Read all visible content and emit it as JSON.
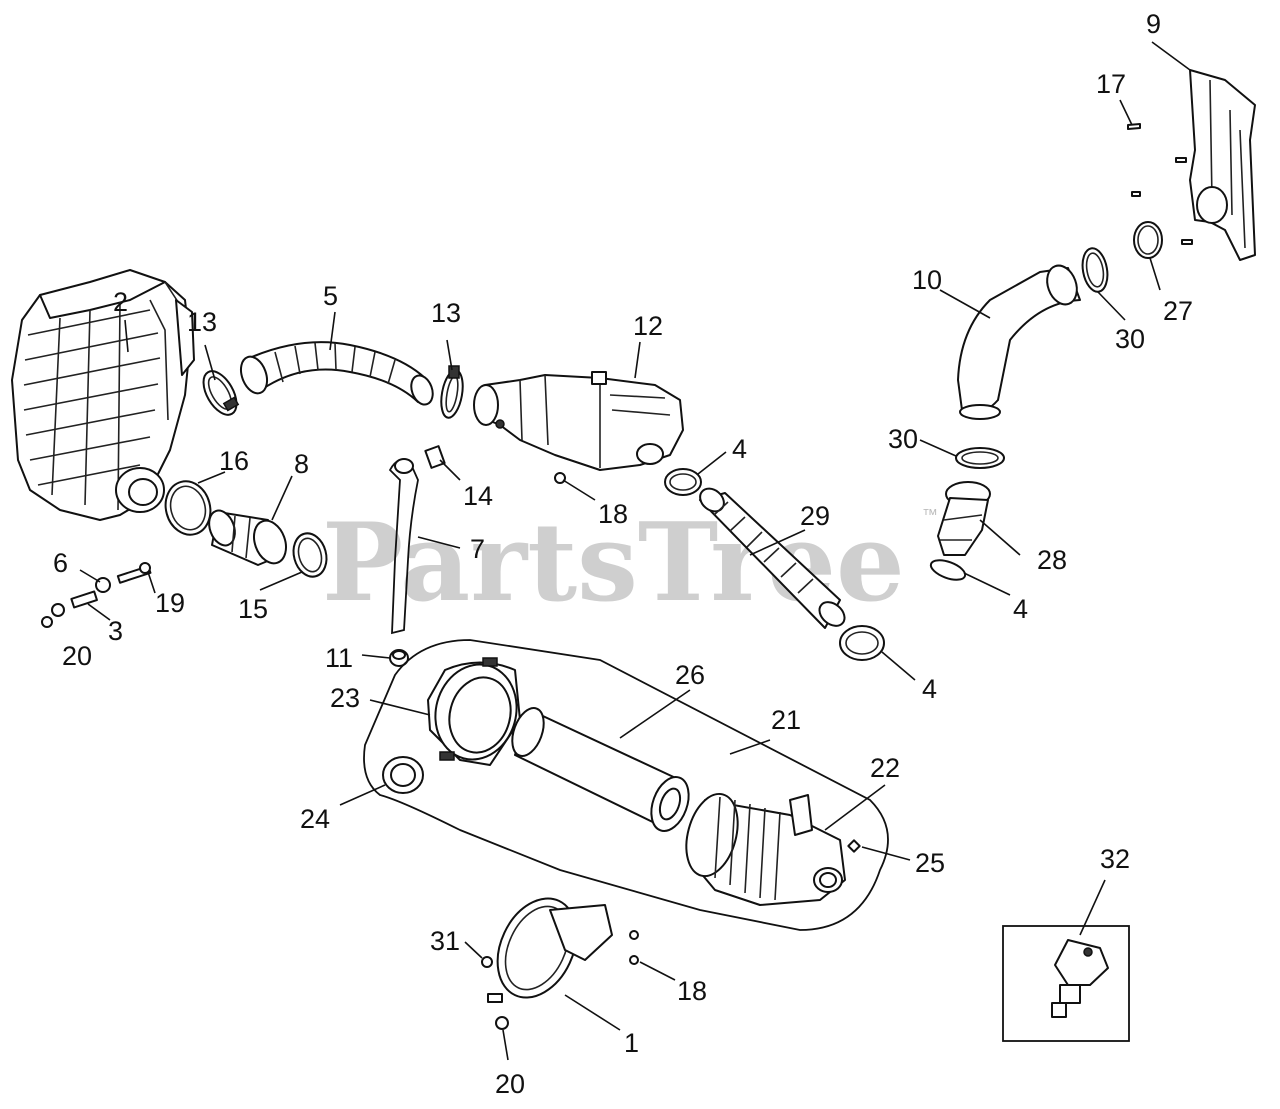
{
  "watermark": {
    "text": "PartsTree",
    "tm": "™"
  },
  "callouts": {
    "c1": "1",
    "c2": "2",
    "c3": "3",
    "c4a": "4",
    "c4b": "4",
    "c4c": "4",
    "c5": "5",
    "c6": "6",
    "c7": "7",
    "c8": "8",
    "c9": "9",
    "c10": "10",
    "c11": "11",
    "c12": "12",
    "c13a": "13",
    "c13b": "13",
    "c14": "14",
    "c15": "15",
    "c16": "16",
    "c17": "17",
    "c18a": "18",
    "c18b": "18",
    "c19": "19",
    "c20a": "20",
    "c20b": "20",
    "c21": "21",
    "c22": "22",
    "c23": "23",
    "c24": "24",
    "c25": "25",
    "c26": "26",
    "c27": "27",
    "c28": "28",
    "c29": "29",
    "c30a": "30",
    "c30b": "30",
    "c31": "31",
    "c32": "32"
  }
}
